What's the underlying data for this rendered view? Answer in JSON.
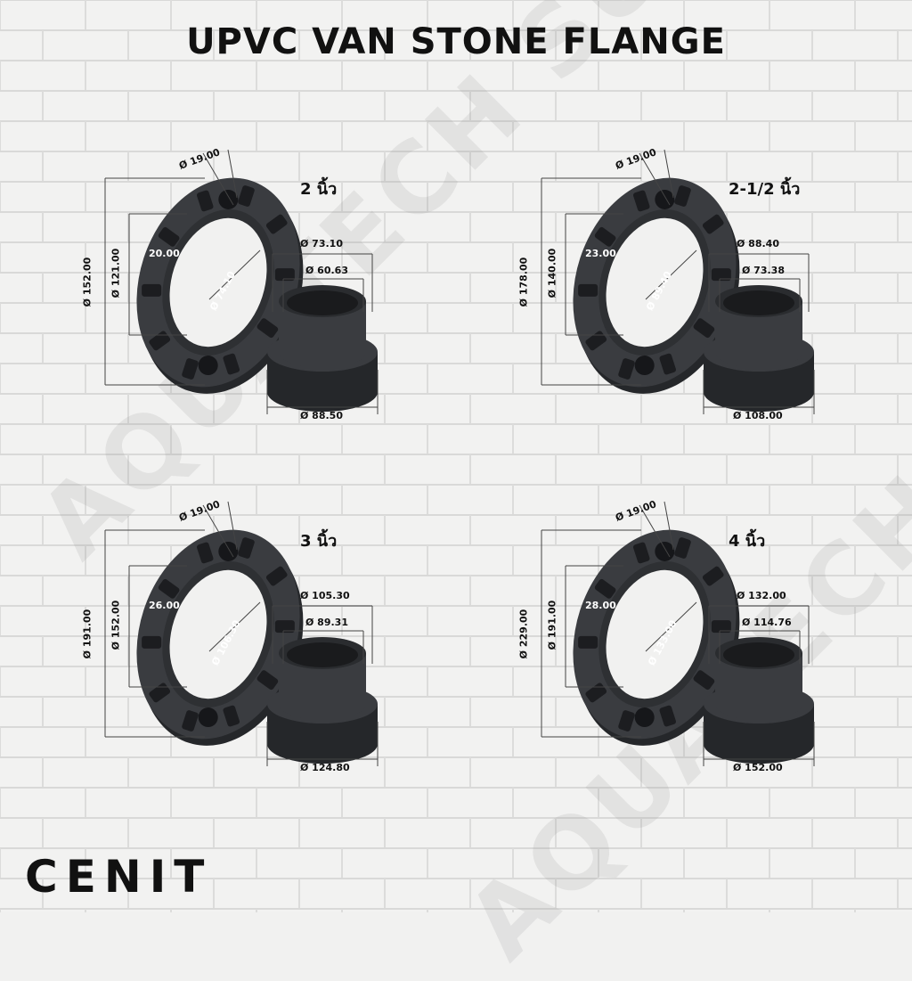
{
  "title": "UPVC VAN STONE FLANGE",
  "brand": "CENIT",
  "watermark": "AQUATECH SUPPLY",
  "colors": {
    "flange": "#3a3c40",
    "flange_dark": "#25272a",
    "dim_line": "#444444",
    "text": "#111111"
  },
  "flanges": [
    {
      "size": "2 นิ้ว",
      "bolt_hole": "Ø 19.00",
      "outer_dia": "Ø 152.00",
      "pcd": "Ø 121.00",
      "thickness": "20.00",
      "bore": "Ø 74.10",
      "stub_outer": "Ø 73.10",
      "stub_inner": "Ø 60.63",
      "stub_base": "Ø 88.50"
    },
    {
      "size": "2-1/2 นิ้ว",
      "bolt_hole": "Ø 19.00",
      "outer_dia": "Ø 178.00",
      "pcd": "Ø 140.00",
      "thickness": "23.00",
      "bore": "Ø 89.40",
      "stub_outer": "Ø 88.40",
      "stub_inner": "Ø 73.38",
      "stub_base": "Ø 108.00"
    },
    {
      "size": "3 นิ้ว",
      "bolt_hole": "Ø 19.00",
      "outer_dia": "Ø 191.00",
      "pcd": "Ø 152.00",
      "thickness": "26.00",
      "bore": "Ø 106.30",
      "stub_outer": "Ø 105.30",
      "stub_inner": "Ø 89.31",
      "stub_base": "Ø 124.80"
    },
    {
      "size": "4 นิ้ว",
      "bolt_hole": "Ø 19.00",
      "outer_dia": "Ø 229.00",
      "pcd": "Ø 191.00",
      "thickness": "28.00",
      "bore": "Ø 133.00",
      "stub_outer": "Ø 132.00",
      "stub_inner": "Ø 114.76",
      "stub_base": "Ø 152.00"
    }
  ]
}
